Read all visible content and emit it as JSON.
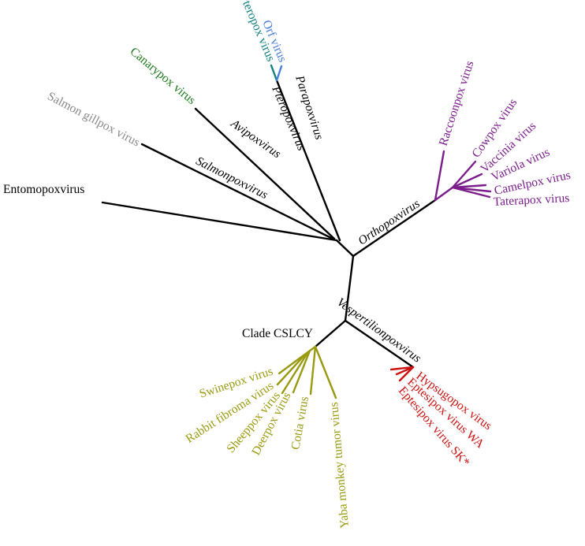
{
  "colors": {
    "backbone": "#000000",
    "canary": "#1f7a1f",
    "salmon": "#8a8a8a",
    "pteropox": "#138080",
    "orf": "#4a7fd8",
    "orthopox": "#7b1e8c",
    "vesper": "#cc1111",
    "cslcy": "#9a9a10"
  },
  "tree": {
    "genus_labels": {
      "avipox": "Avipoxvirus",
      "salmonpox": "Salmonpoxvirus",
      "pteropox": "Pteropoxvirus",
      "parapox": "Parapoxvirus",
      "orthopox": "Orthopoxvirus",
      "vespertilionpox": "Vespertilionpoxvirus"
    },
    "clade_label": "Clade CSLCY",
    "taxa": {
      "entomopox": "Entomopoxvirus",
      "salmon_gillpox": "Salmon gillpox virus",
      "canarypox": "Canarypox virus",
      "pteropox": "Pteropox virus",
      "orf": "Orf virus",
      "raccoonpox": "Raccoonpox virus",
      "cowpox": "Cowpox virus",
      "vaccinia": "Vaccinia virus",
      "variola": "Variola virus",
      "camelpox": "Camelpox virus",
      "taterapox": "Taterapox virus",
      "hypsugopox": "Hypsugopox virus",
      "eptesipox_wa": "Eptesipox virus WA",
      "eptesipox_sk": "Eptesipox virus SK*",
      "swinepox": "Swinepox virus",
      "rabbit_fibroma": "Rabbit fibroma virus",
      "sheeppox": "Sheeppox virus",
      "deerpox": "Deerpox virus",
      "cotia": "Cotia virus",
      "yaba": "Yaba monkey tumor virus"
    }
  }
}
